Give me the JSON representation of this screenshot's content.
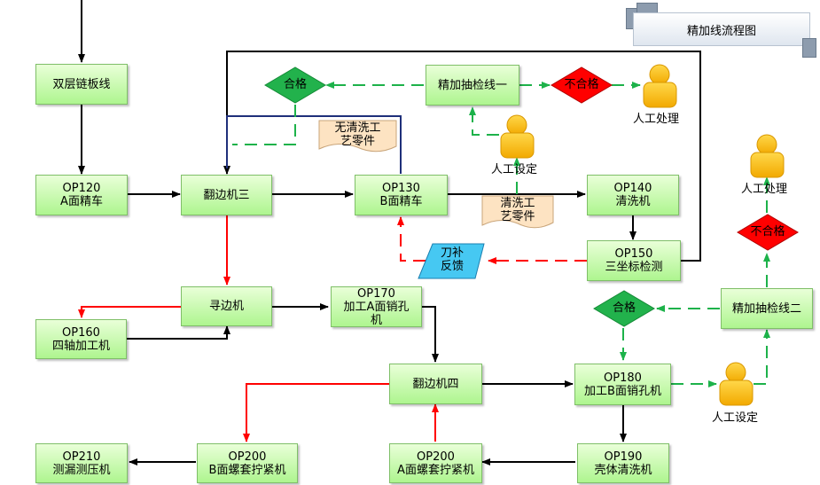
{
  "title": "精加线流程图",
  "boxes": {
    "shuangceng": [
      "双层链板线"
    ],
    "op120": [
      "OP120",
      "A面精车"
    ],
    "fanbian3": [
      "翻边机三"
    ],
    "op130": [
      "OP130",
      "B面精车"
    ],
    "op140": [
      "OP140",
      "清洗机"
    ],
    "op150": [
      "OP150",
      "三坐标检测"
    ],
    "chouian1": [
      "精加抽检线一"
    ],
    "xunbian": [
      "寻边机"
    ],
    "op160": [
      "OP160",
      "四轴加工机"
    ],
    "op170": [
      "OP170",
      "加工A面销孔",
      "机"
    ],
    "fanbian4": [
      "翻边机四"
    ],
    "op180": [
      "OP180",
      "加工B面销孔机"
    ],
    "chouian2": [
      "精加抽检线二"
    ],
    "op190": [
      "OP190",
      "壳体清洗机"
    ],
    "op200a": [
      "OP200",
      "A面螺套拧紧机"
    ],
    "op200b": [
      "OP200",
      "B面螺套拧紧机"
    ],
    "op210": [
      "OP210",
      "测漏测压机"
    ]
  },
  "diamonds": {
    "pass1": "合格",
    "fail1": "不合格",
    "pass2": "合格",
    "fail2": "不合格"
  },
  "persons": {
    "manual_process_1": "人工处理",
    "manual_set_1": "人工设定",
    "manual_process_2": "人工处理",
    "manual_set_2": "人工设定"
  },
  "documents": {
    "no_clean": [
      "无清洗工",
      "艺零件"
    ],
    "clean": [
      "清洗工",
      "艺零件"
    ]
  },
  "feedback": [
    "刀补",
    "反馈"
  ],
  "colors": {
    "box_top": "#e9ffd8",
    "box_bottom": "#aef58f",
    "box_border": "#7fbf68",
    "flow_arrow": "#000000",
    "reject_arrow": "#ff0000",
    "inspection_arrow": "#1db24a",
    "navy_line": "#1f2f7a",
    "pass_diamond": "#22b24c",
    "fail_diamond": "#ff0000",
    "person": "#ffc400",
    "document": "#fde3c2",
    "feedback_fill": "#46c8f2"
  }
}
